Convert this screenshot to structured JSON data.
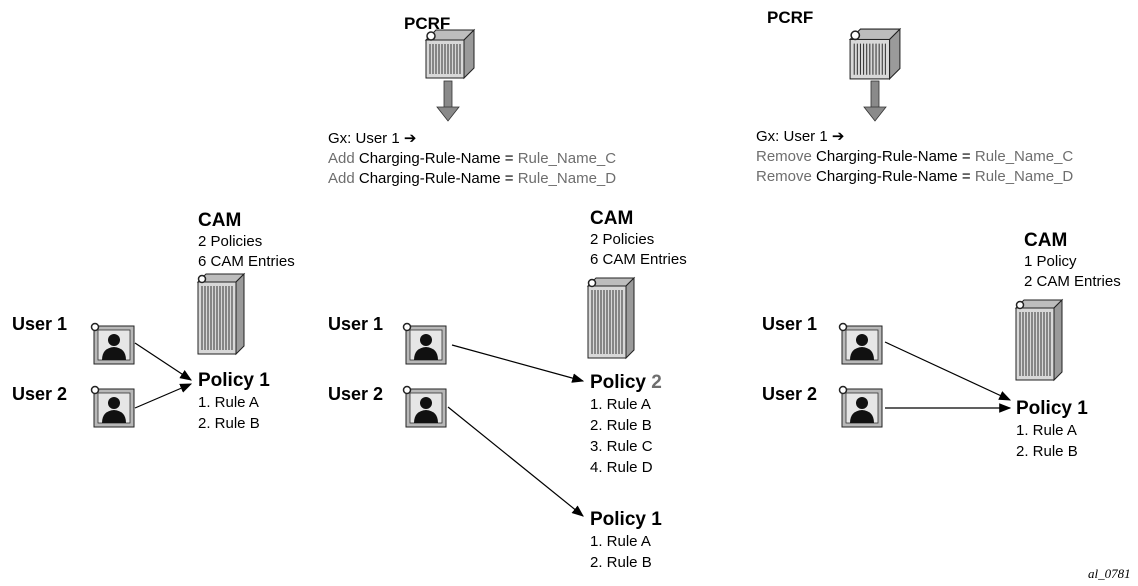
{
  "pcrf": {
    "label": "PCRF"
  },
  "gx_add": {
    "line1": "Gx: User 1 ➔",
    "rows": [
      {
        "verb": "Add",
        "key": "Charging-Rule-Name =",
        "value": "Rule_Name_C"
      },
      {
        "verb": "Add",
        "key": "Charging-Rule-Name =",
        "value": "Rule_Name_D"
      }
    ]
  },
  "gx_remove": {
    "line1": "Gx: User 1 ➔",
    "rows": [
      {
        "verb": "Remove",
        "key": "Charging-Rule-Name =",
        "value": "Rule_Name_C"
      },
      {
        "verb": "Remove",
        "key": "Charging-Rule-Name =",
        "value": "Rule_Name_D"
      }
    ]
  },
  "panel1": {
    "cam": {
      "title": "CAM",
      "line1": "2 Policies",
      "line2": "6 CAM Entries"
    },
    "users": [
      "User 1",
      "User 2"
    ],
    "policy": {
      "title": "Policy 1",
      "rules": [
        "1. Rule A",
        "2. Rule B"
      ]
    }
  },
  "panel2": {
    "cam": {
      "title": "CAM",
      "line1": "2 Policies",
      "line2": "6 CAM Entries"
    },
    "users": [
      "User 1",
      "User 2"
    ],
    "policy_a": {
      "title_prefix": "Policy",
      "title_num": "2",
      "rules": [
        "1. Rule A",
        "2. Rule B",
        "3. Rule C",
        "4. Rule D"
      ]
    },
    "policy_b": {
      "title": "Policy 1",
      "rules": [
        "1. Rule A",
        "2. Rule B"
      ]
    }
  },
  "panel3": {
    "cam": {
      "title": "CAM",
      "line1": "1 Policy",
      "line2": "2 CAM Entries"
    },
    "users": [
      "User 1",
      "User 2"
    ],
    "policy": {
      "title": "Policy 1",
      "rules": [
        "1. Rule A",
        "2. Rule B"
      ]
    }
  },
  "figure_id": "al_0781"
}
